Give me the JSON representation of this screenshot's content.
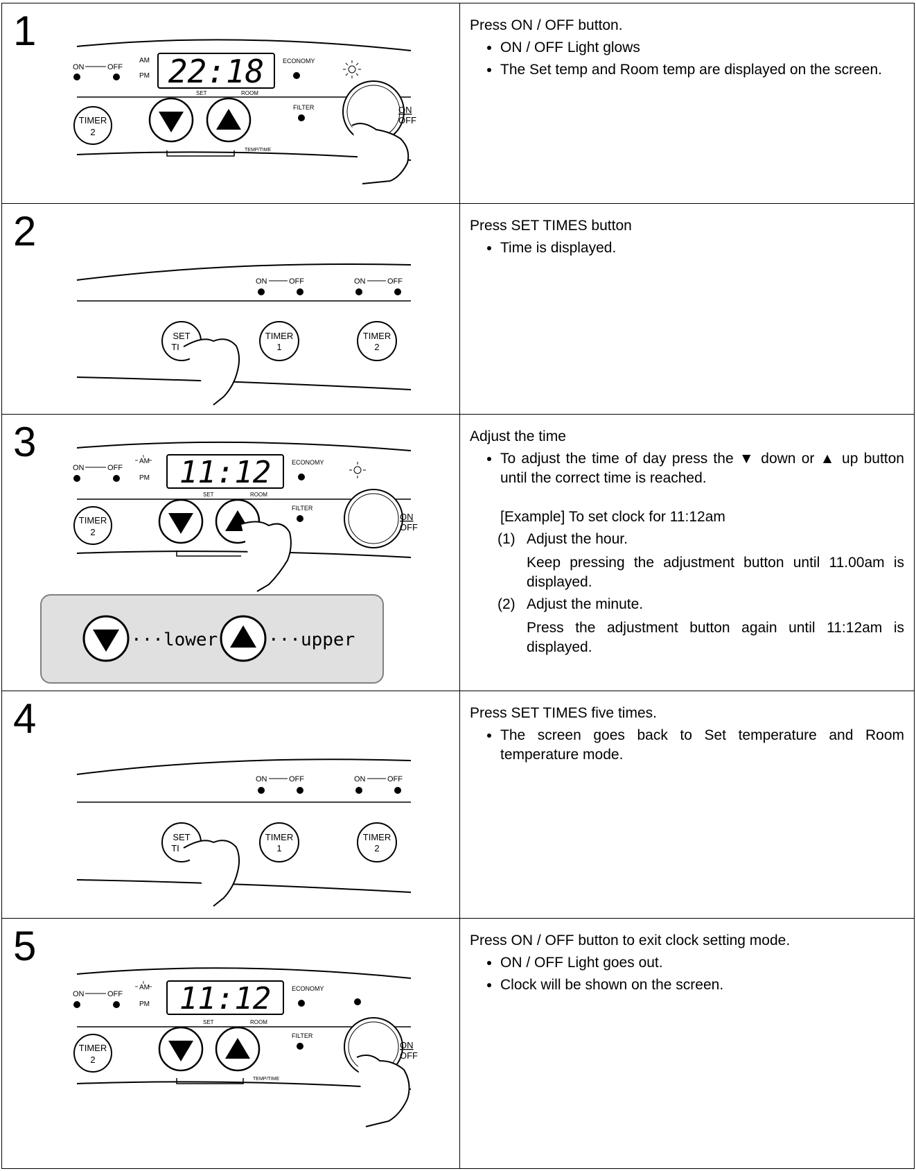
{
  "steps": [
    {
      "number": "1",
      "heading": "Press ON / OFF button.",
      "bullets": [
        "ON / OFF Light glows",
        "The Set temp and Room temp are displayed on the screen."
      ],
      "panel": {
        "display": "22:18"
      }
    },
    {
      "number": "2",
      "heading": "Press SET TIMES button",
      "bullets": [
        "Time is displayed."
      ]
    },
    {
      "number": "3",
      "heading": "Adjust the time",
      "bullets": [
        "To adjust the time of day press the ▼ down or ▲ up button until the correct time is reached."
      ],
      "example": "[Example] To set clock for 11:12am",
      "substeps": [
        {
          "num": "(1)",
          "title": "Adjust the hour.",
          "detail": "Keep pressing the adjustment button until 11.00am is displayed."
        },
        {
          "num": "(2)",
          "title": "Adjust the minute.",
          "detail": "Press the adjustment button again until 11:12am is displayed."
        }
      ],
      "panel": {
        "display": "11:12"
      },
      "legend": {
        "lower": "···lower",
        "upper": "···upper"
      }
    },
    {
      "number": "4",
      "heading": "Press SET TIMES five times.",
      "bullets": [
        "The screen goes back to Set temperature and Room temperature mode."
      ]
    },
    {
      "number": "5",
      "heading": "Press ON / OFF button to exit clock setting mode.",
      "bullets": [
        "ON / OFF Light goes out.",
        "Clock will be shown on the screen."
      ],
      "panel": {
        "display": "11:12"
      }
    }
  ],
  "panel_labels": {
    "on": "ON",
    "off": "OFF",
    "am": "AM",
    "pm": "PM",
    "economy": "ECONOMY",
    "set": "SET",
    "room": "ROOM",
    "filter": "FILTER",
    "temp_time": "TEMP/TIME",
    "timer": "TIMER",
    "timer1": "1",
    "timer2": "2",
    "on_off_on": "ON",
    "on_off_off": "OFF",
    "set_times_set": "SET",
    "set_times_times": "TI"
  }
}
